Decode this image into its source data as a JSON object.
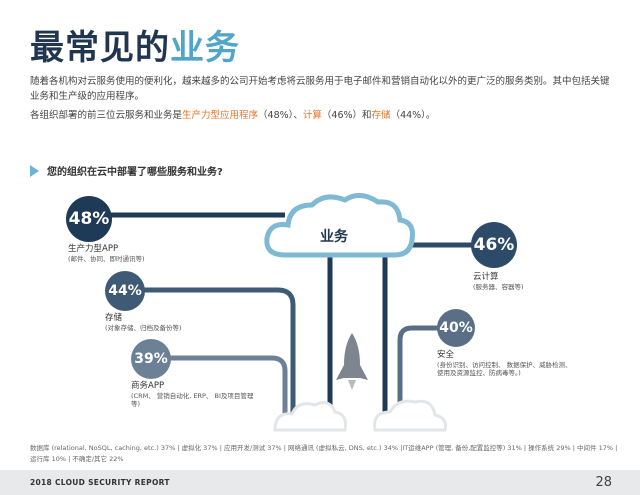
{
  "title": {
    "part1": "最常见的",
    "part2": "业务"
  },
  "intro": {
    "p1": "随着各机构对云服务使用的便利化，越来越多的公司开始考虑将云服务用于电子邮件和营销自动化以外的更广泛的服务类别。其中包括关键业务和生产级的应用程序。",
    "p2_a": "各组织部署的前三位云服务和业务是",
    "p2_h1": "生产力型应用程序",
    "p2_b": "（48%）、",
    "p2_h2": "计算",
    "p2_c": "（46%）和",
    "p2_h3": "存储",
    "p2_d": "（44%）。"
  },
  "question": "您的组织在云中部署了哪些服务和业务?",
  "center_label": "业务",
  "items": [
    {
      "pct": "48%",
      "name": "生产力型APP",
      "desc": "(邮件、协同、即时通讯等)",
      "color": "#1e3a56"
    },
    {
      "pct": "44%",
      "name": "存储",
      "desc": "(对象存储、归档及备份等)",
      "color": "#3e5a75"
    },
    {
      "pct": "39%",
      "name": "商务APP",
      "desc": "(CRM、 营销自动化, ERP、 BI及项目管理等)",
      "color": "#6d8196"
    },
    {
      "pct": "46%",
      "name": "云计算",
      "desc": "(服务器、容器等)",
      "color": "#2d4a68"
    },
    {
      "pct": "40%",
      "name": "安全",
      "desc": "(身份识别、访问控制、 数据保护、威胁检测、使用及资源监控、防病毒等。)",
      "color": "#5a6f86"
    }
  ],
  "footnote": "数据库 (relational, NoSQL, caching, etc.) 37% | 虚拟化 37% | 应用开发/测试 37% | 网络通讯 (虚拟私云, DNS, etc.) 34% |IT运维APP (管理, 备份,配置监控等) 31% | 操作系统 29% | 中间件 17% | 运行库 10% | 不确定/其它 22%",
  "footer": {
    "report": "2018 CLOUD SECURITY REPORT",
    "page": "28"
  }
}
